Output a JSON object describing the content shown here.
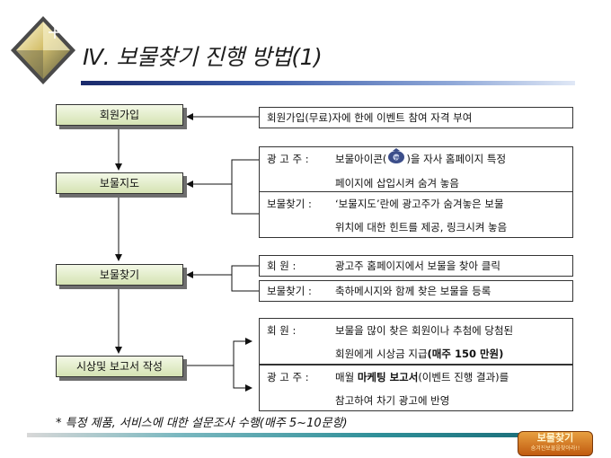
{
  "title": "Ⅳ. 보물찾기 진행 방법(1)",
  "steps": [
    "회원가입",
    "보물지도",
    "보물찾기",
    "시상및 보고서 작성"
  ],
  "boxes": {
    "signup": {
      "text": "회원가입(무료)자에 한에 이벤트 참여 자격 부여"
    },
    "map_ad": {
      "label": "광 고 주 :",
      "line1_before": "보물아이콘(",
      "line1_after": ")을 자사 홈페이지 특정",
      "line2": "페이지에 삽입시켜 숨겨 놓음"
    },
    "map_hunt": {
      "label": "보물찾기 :",
      "line1": "‘보물지도’란에 광고주가 숨겨놓은 보물",
      "line2": "위치에 대한 힌트를 제공, 링크시켜 놓음"
    },
    "hunt_member": {
      "label": "회      원 :",
      "line1": "광고주 홈페이지에서 보물을 찾아 클릭"
    },
    "hunt_register": {
      "label": "보물찾기 :",
      "line1": "축하메시지와 함께 찾은 보물을 등록"
    },
    "award_member": {
      "label": "회      원 :",
      "line1": "보물을 많이 찾은 회원이나 추첨에 당첨된",
      "line2_a": "회원에게 시상금 지급",
      "line2_b": "(매주 150 만원)"
    },
    "award_ad": {
      "label": "광 고 주 :",
      "line1_a": "매월 ",
      "line1_b": "마케팅 보고서",
      "line1_c": "(이벤트 진행 결과)를",
      "line2": "참고하여 차기 광고에 반영"
    }
  },
  "footnote": "* 특정 제품, 서비스에 대한 설문조사 수행(매주 5~10문항)",
  "logo": {
    "line1": "보물찾기",
    "line2": "숨겨진보물을찾아라!!"
  },
  "icons": [
    "diamond-logo-icon",
    "money-bag-icon",
    "arrow-icon"
  ],
  "colors": {
    "step_fill": "#d5e3b3",
    "title_rule": "#1a2a6b",
    "bottom_rule": "#2f8f98",
    "logo": "#c05a10"
  }
}
